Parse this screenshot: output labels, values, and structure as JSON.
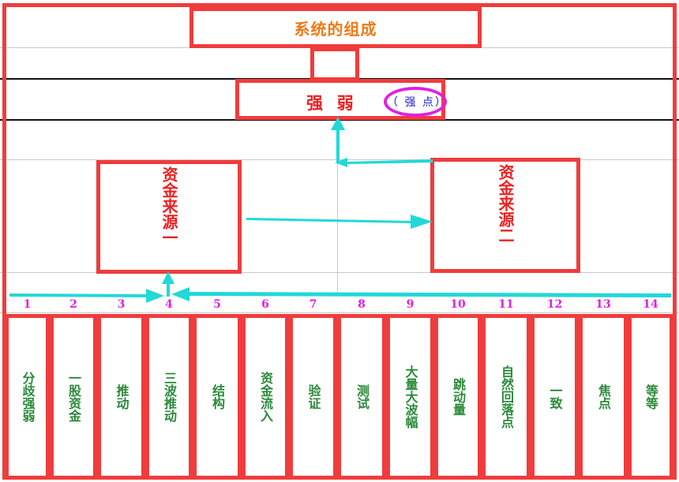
{
  "diagram": {
    "title": "系统的组成",
    "strength": {
      "label": "强  弱",
      "highlight": "（ 强 点）"
    },
    "source_one": "资金来源一",
    "source_two": "资金来源二",
    "factors": [
      {
        "number": "1",
        "label": "分歧强弱"
      },
      {
        "number": "2",
        "label": "一股资金"
      },
      {
        "number": "3",
        "label": "推动"
      },
      {
        "number": "4",
        "label": "三波推动"
      },
      {
        "number": "5",
        "label": "结构"
      },
      {
        "number": "6",
        "label": "资金流入"
      },
      {
        "number": "7",
        "label": "验证"
      },
      {
        "number": "8",
        "label": "测试"
      },
      {
        "number": "9",
        "label": "大量大波幅"
      },
      {
        "number": "10",
        "label": "跳动量"
      },
      {
        "number": "11",
        "label": "自然回落点"
      },
      {
        "number": "12",
        "label": "一致"
      },
      {
        "number": "13",
        "label": "焦点"
      },
      {
        "number": "14",
        "label": "等等"
      }
    ],
    "colors": {
      "box_border": "#f03c3c",
      "arrow": "#22d8d8",
      "title": "#f07a16",
      "strength_text": "#ee2020",
      "highlight_ring": "#e020e0",
      "factor_number": "#e020e0",
      "factor_label": "#2a8a3a"
    }
  }
}
